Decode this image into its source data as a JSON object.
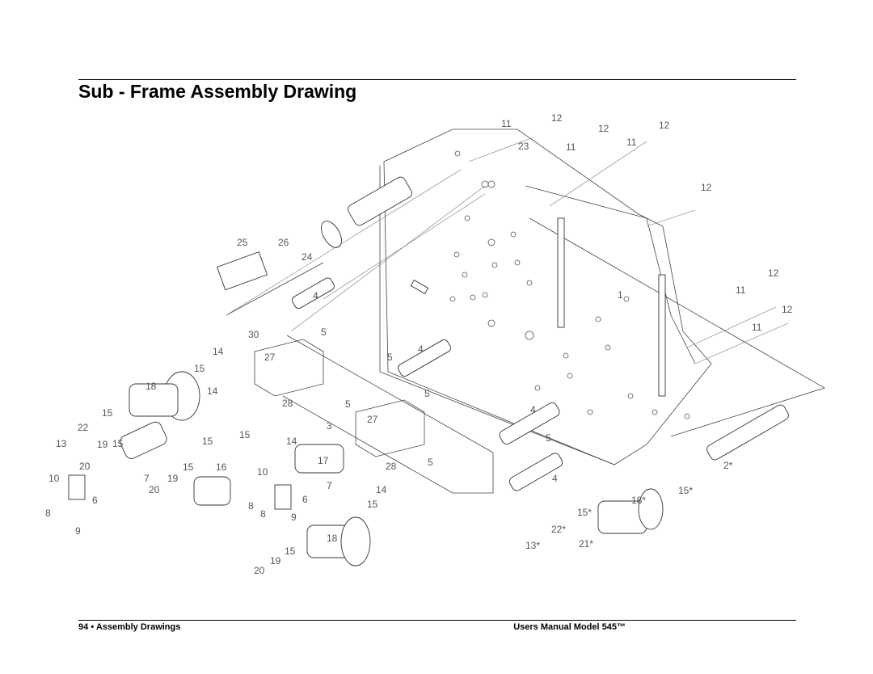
{
  "header": {
    "title": "Sub - Frame Assembly Drawing"
  },
  "footer": {
    "page_number": "94",
    "separator": "•",
    "section": "Assembly Drawings",
    "manual": "Users Manual Model 545™"
  },
  "drawing": {
    "callouts": [
      "11",
      "12",
      "23",
      "12",
      "11",
      "12",
      "11",
      "12",
      "25",
      "26",
      "24",
      "4",
      "1",
      "12",
      "11",
      "12",
      "11",
      "30",
      "5",
      "14",
      "27",
      "5",
      "4",
      "15",
      "18",
      "14",
      "28",
      "5",
      "5",
      "15",
      "27",
      "3",
      "22",
      "15",
      "14",
      "15",
      "4",
      "13",
      "19",
      "15",
      "20",
      "17",
      "5",
      "7",
      "19",
      "15",
      "16",
      "10",
      "28",
      "14",
      "4",
      "10",
      "8",
      "6",
      "20",
      "15",
      "8",
      "5",
      "9",
      "8",
      "2*",
      "18*",
      "15*",
      "15*",
      "22*",
      "21*",
      "13*",
      "9",
      "20",
      "19",
      "15",
      "18",
      "7",
      "6"
    ]
  }
}
